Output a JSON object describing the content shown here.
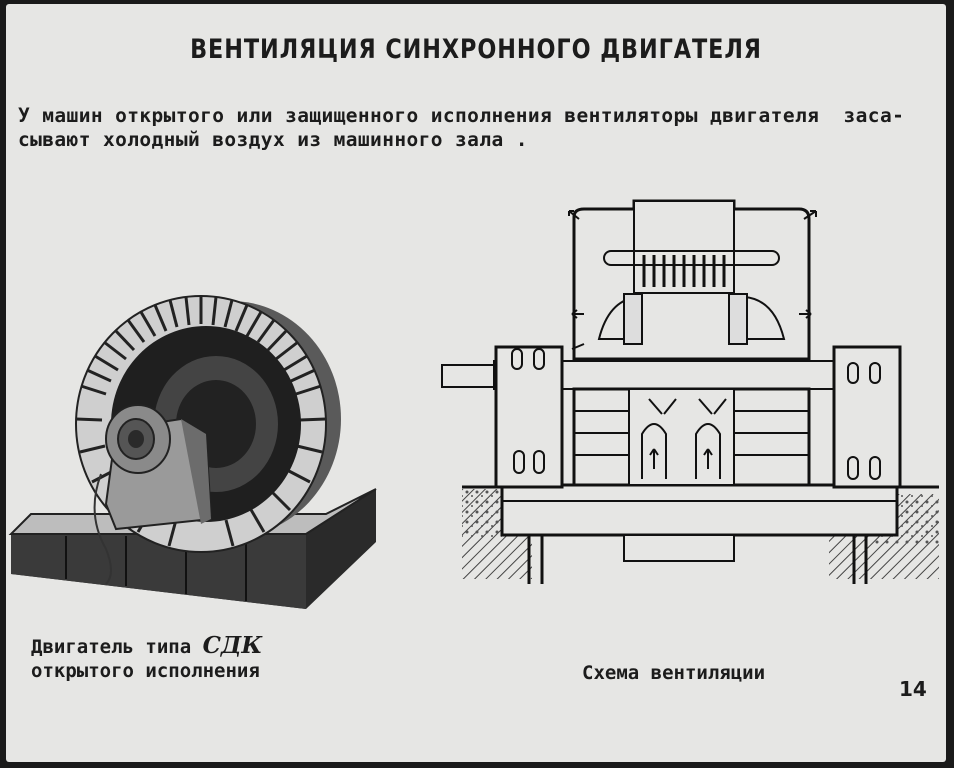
{
  "title": "ВЕНТИЛЯЦИЯ СИНХРОННОГО ДВИГАТЕЛЯ",
  "intro": {
    "line1": "У машин открытого или защищенного исполнения вентиляторы двигателя  заса-",
    "line2": "сывают холодный воздух из машинного зала ."
  },
  "photo_caption": {
    "line1_prefix": "Двигатель типа ",
    "line1_type": "СДК",
    "line2": "открытого исполнения"
  },
  "scheme_caption": "Схема вентиляции",
  "page_number": "14",
  "colors": {
    "paper": "#e6e6e4",
    "ink": "#1c1c1c",
    "frame": "#1a1a1a"
  }
}
